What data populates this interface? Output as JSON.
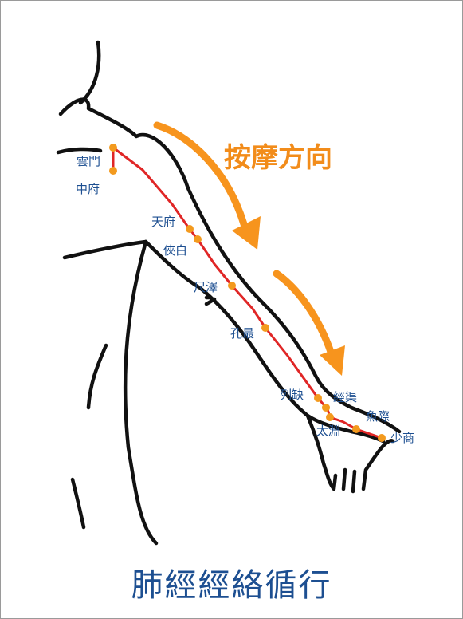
{
  "title": "肺經經絡循行",
  "direction_label": "按摩方向",
  "colors": {
    "meridian": "#e02626",
    "points": "#f39a1e",
    "labels": "#1d4f91",
    "arrows": "#f7941d",
    "outline": "#111111"
  },
  "acupoints": [
    {
      "name": "雲門"
    },
    {
      "name": "中府"
    },
    {
      "name": "天府"
    },
    {
      "name": "俠白"
    },
    {
      "name": "尺澤"
    },
    {
      "name": "孔最"
    },
    {
      "name": "列缺"
    },
    {
      "name": "經渠"
    },
    {
      "name": "太淵"
    },
    {
      "name": "魚際"
    },
    {
      "name": "少商"
    }
  ]
}
